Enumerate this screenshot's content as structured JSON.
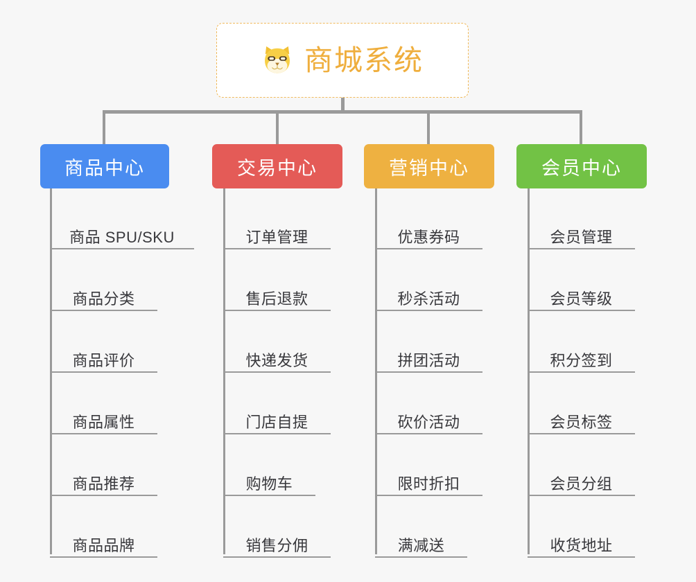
{
  "diagram": {
    "type": "org-chart",
    "background_color": "#f7f7f7",
    "line_color": "#9a9a9a",
    "root": {
      "title": "商城系统",
      "icon": "shiba-dog-icon",
      "text_color": "#efae3d",
      "border_color": "#f0b95b",
      "background_color": "#ffffff"
    },
    "columns": [
      {
        "id": "product-center",
        "label": "商品中心",
        "color": "#4a8cf0",
        "items": [
          "商品 SPU/SKU",
          "商品分类",
          "商品评价",
          "商品属性",
          "商品推荐",
          "商品品牌"
        ]
      },
      {
        "id": "trade-center",
        "label": "交易中心",
        "color": "#e45b57",
        "items": [
          "订单管理",
          "售后退款",
          "快递发货",
          "门店自提",
          "购物车",
          "销售分佣"
        ]
      },
      {
        "id": "marketing-center",
        "label": "营销中心",
        "color": "#eeb141",
        "items": [
          "优惠券码",
          "秒杀活动",
          "拼团活动",
          "砍价活动",
          "限时折扣",
          "满减送"
        ]
      },
      {
        "id": "member-center",
        "label": "会员中心",
        "color": "#72c245",
        "items": [
          "会员管理",
          "会员等级",
          "积分签到",
          "会员标签",
          "会员分组",
          "收货地址"
        ]
      }
    ]
  }
}
